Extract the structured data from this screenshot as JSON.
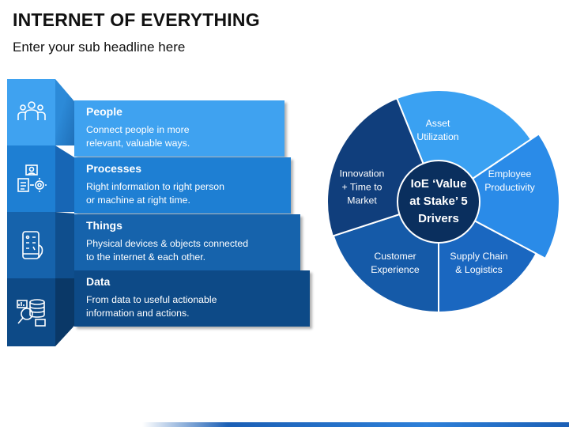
{
  "header": {
    "title": "INTERNET OF EVERYTHING",
    "subtitle": "Enter your sub headline here"
  },
  "items": [
    {
      "title": "People",
      "desc_line1": "Connect people in more",
      "desc_line2": "relevant, valuable ways.",
      "icon": "people-group-icon",
      "color": "#3fa2f0"
    },
    {
      "title": "Processes",
      "desc_line1": "Right information to right person",
      "desc_line2": "or machine at right time.",
      "icon": "process-gear-icon",
      "color": "#1e7fd3"
    },
    {
      "title": "Things",
      "desc_line1": "Physical devices & objects connected",
      "desc_line2": "to the internet & each other.",
      "icon": "mobile-device-icon",
      "color": "#1663ac"
    },
    {
      "title": "Data",
      "desc_line1": "From data to useful actionable",
      "desc_line2": "information and actions.",
      "icon": "database-search-icon",
      "color": "#0d4a87"
    }
  ],
  "wheel": {
    "center": {
      "line1": "IoE ‘Value",
      "line2": "at Stake’ 5",
      "line3": "Drivers"
    },
    "segments": [
      {
        "line1": "Asset",
        "line2": "Utilization",
        "color": "#3aa1f2"
      },
      {
        "line1": "Employee",
        "line2": "Productivity",
        "color": "#2a8be8"
      },
      {
        "line1": "Supply Chain",
        "line2": "& Logistics",
        "color": "#1a67c0"
      },
      {
        "line1": "Customer",
        "line2": "Experience",
        "color": "#155aa8"
      },
      {
        "line1": "Innovation",
        "line2": "+ Time to",
        "line3": "Market",
        "color": "#103e7c"
      }
    ],
    "center_color": "#0a2f5e"
  }
}
